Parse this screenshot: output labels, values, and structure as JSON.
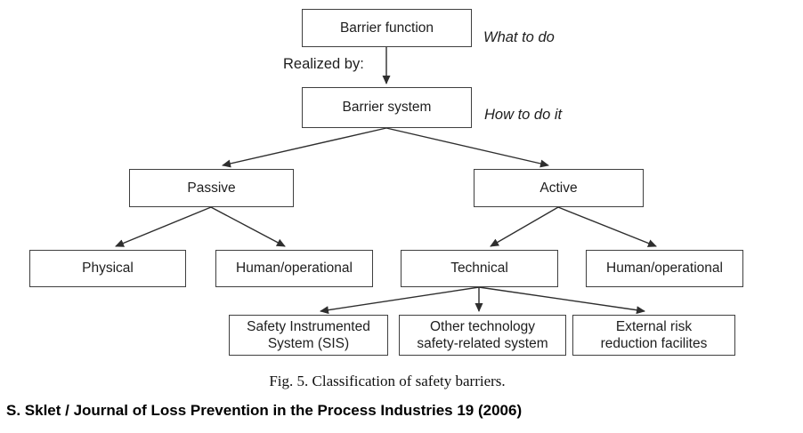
{
  "diagram": {
    "nodes": {
      "barrier_function": {
        "label": "Barrier function"
      },
      "barrier_system": {
        "label": "Barrier system"
      },
      "passive": {
        "label": "Passive"
      },
      "active": {
        "label": "Active"
      },
      "physical": {
        "label": "Physical"
      },
      "human_operational_passive": {
        "label": "Human/operational"
      },
      "technical": {
        "label": "Technical"
      },
      "human_operational_active": {
        "label": "Human/operational"
      },
      "sis": {
        "line1": "Safety Instrumented",
        "line2": "System (SIS)"
      },
      "other_technology": {
        "line1": "Other technology",
        "line2": "safety-related system"
      },
      "external_risk": {
        "line1": "External risk",
        "line2": "reduction facilites"
      }
    },
    "annotations": {
      "what_to_do": "What to do",
      "how_to_do_it": "How to do it",
      "realized_by": "Realized by:"
    },
    "colors": {
      "box_border": "#3f3f3f",
      "arrow_line": "#2e2e2e",
      "text": "#1e1e1e",
      "background": "#ffffff"
    }
  },
  "caption": "Fig. 5. Classification of safety barriers.",
  "footer": "S. Sklet / Journal of Loss Prevention in the Process Industries 19 (2006)"
}
